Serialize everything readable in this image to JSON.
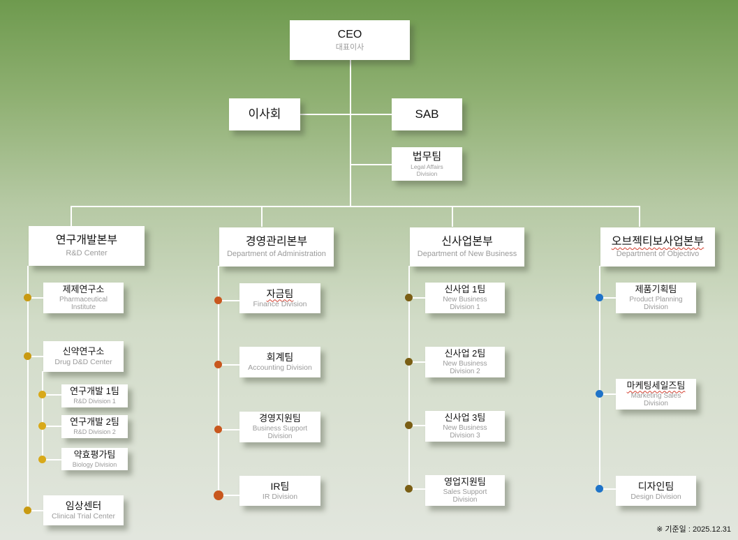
{
  "ceo": {
    "title": "CEO",
    "sub": "대표이사"
  },
  "board": {
    "title": "이사회"
  },
  "sab": {
    "title": "SAB"
  },
  "legal": {
    "title": "법무팀",
    "sub_line1": "Legal Affairs",
    "sub_line2": "Division"
  },
  "divisions": [
    {
      "title": "연구개발본부",
      "sub": "R&D Center",
      "teams": [
        {
          "title": "제제연구소",
          "sub_line1": "Pharmaceutical",
          "sub_line2": "Institute"
        },
        {
          "title": "신약연구소",
          "sub": "Drug D&D Center"
        },
        {
          "title": "임상센터",
          "sub": "Clinical Trial Center"
        }
      ],
      "subteams": [
        {
          "title": "연구개발 1팀",
          "sub": "R&D Division 1"
        },
        {
          "title": "연구개발 2팀",
          "sub": "R&D Division 2"
        },
        {
          "title": "약효평가팀",
          "sub": "Biology Division"
        }
      ]
    },
    {
      "title": "경영관리본부",
      "sub": "Department of Administration",
      "teams": [
        {
          "title": "자금팀",
          "sub": "Finance Division"
        },
        {
          "title": "회계팀",
          "sub": "Accounting Division"
        },
        {
          "title": "경영지원팀",
          "sub_line1": "Business Support",
          "sub_line2": "Division"
        },
        {
          "title": "IR팀",
          "sub": "IR Division"
        }
      ]
    },
    {
      "title": "신사업본부",
      "sub": "Department of New Business",
      "teams": [
        {
          "title": "신사업 1팀",
          "sub_line1": "New Business",
          "sub_line2": "Division 1"
        },
        {
          "title": "신사업 2팀",
          "sub_line1": "New Business",
          "sub_line2": "Division 2"
        },
        {
          "title": "신사업 3팀",
          "sub_line1": "New Business",
          "sub_line2": "Division 3"
        },
        {
          "title": "영업지원팀",
          "sub_line1": "Sales Support",
          "sub_line2": "Division"
        }
      ]
    },
    {
      "title": "오브젝티보사업본부",
      "sub": "Department of Objectivo",
      "teams": [
        {
          "title": "제품기획팀",
          "sub_line1": "Product Planning",
          "sub_line2": "Division"
        },
        {
          "title": "마케팅세일즈팀",
          "sub_line1": "Marketing Sales",
          "sub_line2": "Division"
        },
        {
          "title": "디자인팀",
          "sub": "Design Division"
        }
      ]
    }
  ],
  "footnote": "※ 기준일 : 2025.12.31",
  "colors": {
    "rnd_dot": "#c89a12",
    "rnd_sub_dot": "#d8a91a",
    "admin_dot": "#c8571e",
    "newbiz_dot": "#7a5e14",
    "objectivo_dot": "#1f73c8",
    "connector": "#ffffff"
  }
}
